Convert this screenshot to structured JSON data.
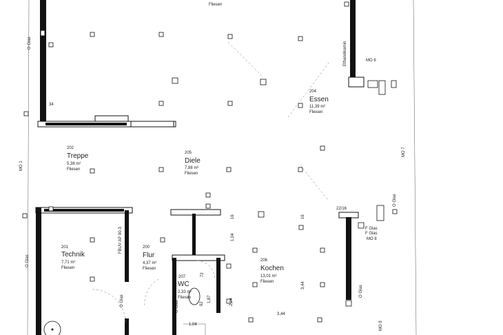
{
  "rooms": [
    {
      "num": "201",
      "name": "Technik",
      "area": "7,71 m²",
      "floor": "Fliesen"
    },
    {
      "num": "200",
      "name": "Flur",
      "area": "4,37 m²",
      "floor": "Fliesen"
    },
    {
      "num": "202",
      "name": "Treppe",
      "area": "5,38 m²",
      "floor": "Fliesen"
    },
    {
      "num": "205",
      "name": "Diele",
      "area": "7,88 m²",
      "floor": "Fliesen"
    },
    {
      "num": "204",
      "name": "Essen",
      "area": "11,39 m²",
      "floor": "Fliesen"
    },
    {
      "num": "206",
      "name": "Kochen",
      "area": "13,01 m²",
      "floor": "Fliesen"
    },
    {
      "num": "207",
      "name": "WC",
      "area": "2,33 m²",
      "floor": "Fliesen"
    }
  ],
  "top_floor_label": "Fliesen",
  "labels": {
    "mo1": "MO 1",
    "mo6": "MO 6",
    "mo7": "MO 7",
    "mo8": "MO 8",
    "mo9": "MO 9",
    "ethanolkamin": "Ethanolkamin",
    "fbuv": "FBUV AP 90-3",
    "kochen_dim": "3,44",
    "kochen_dim_bottom": "3,44",
    "dim_2216": "22/16",
    "dim_34": "34",
    "dim_104": "1,04",
    "dim_104b": "1,04",
    "dim_16a": "16",
    "dim_16b": "16",
    "dim_224": "2,24",
    "dim_92": "92",
    "dim_187": "1,87",
    "dim_72": "72",
    "glas_left": "O Glas",
    "glas_left2": "O Glas",
    "glas_wc": "O Glas",
    "glas_flur": "O Glas",
    "glas_mo8a": "F Glas",
    "glas_mo8b": "F Glas",
    "glas_right": "O Glas",
    "glas_kitchen": "O Glas"
  },
  "colors": {
    "line": "#111111",
    "text": "#222222",
    "background": "#ffffff"
  }
}
